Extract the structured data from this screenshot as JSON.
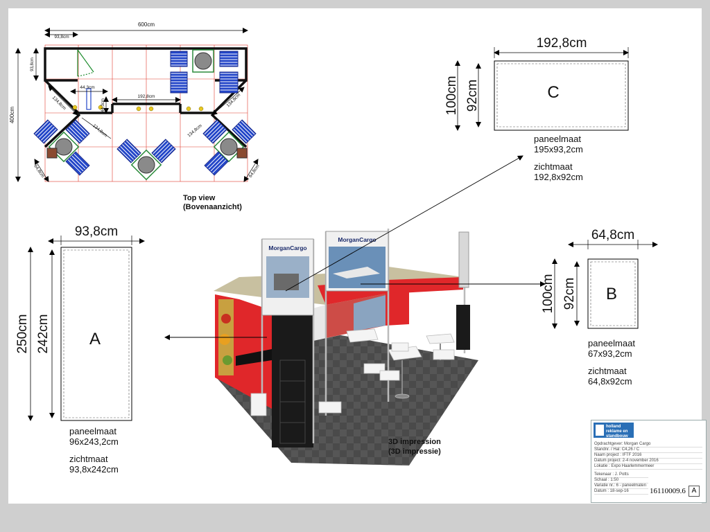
{
  "top_view": {
    "title": "Top view",
    "subtitle": "(Bovenaanzicht)",
    "dimensions": [
      "600cm",
      "93,8cm",
      "93,8cm",
      "44,3cm",
      "44,3cm",
      "192,8cm",
      "134,8cm",
      "134,8cm",
      "134,8cm",
      "134,8cm",
      "400cm",
      "64,8cm",
      "64,8cm"
    ]
  },
  "panel_c": {
    "letter": "C",
    "width_label": "192,8cm",
    "outer_height": "100cm",
    "inner_height": "92cm",
    "paneelmaat_label": "paneelmaat",
    "paneelmaat": "195x93,2cm",
    "zichtmaat_label": "zichtmaat",
    "zichtmaat": "192,8x92cm"
  },
  "panel_a": {
    "letter": "A",
    "width_label": "93,8cm",
    "outer_height": "250cm",
    "inner_height": "242cm",
    "paneelmaat_label": "paneelmaat",
    "paneelmaat": "96x243,2cm",
    "zichtmaat_label": "zichtmaat",
    "zichtmaat": "93,8x242cm"
  },
  "panel_b": {
    "letter": "B",
    "width_label": "64,8cm",
    "outer_height": "100cm",
    "inner_height": "92cm",
    "paneelmaat_label": "paneelmaat",
    "paneelmaat": "67x93,2cm",
    "zichtmaat_label": "zichtmaat",
    "zichtmaat": "64,8x92cm"
  },
  "impression": {
    "title": "3D impression",
    "subtitle": "(3D impressie)",
    "brand": "MorganCargo"
  },
  "title_block": {
    "company": "holland reklame en standbouw bv",
    "rows": [
      "Opdrachtgever: Morgan Cargo",
      "Standnr. / Hal: C4,26 / C",
      "Naam project : IFTF 2016",
      "Datum project: 2-4 november 2016",
      "Lokatie      : Expo Haarlemmermeer",
      "Tekenaar : J. Potts",
      "Schaal   : 1:50",
      "Variatie nr.: 6 - paneelmaten",
      "Datum    : 18-sep-16"
    ],
    "project_number": "16110009.6",
    "version": "A"
  },
  "colors": {
    "booth_red": "#e0272a",
    "chair_blue": "#2346c8",
    "counter_black": "#1a1a1a",
    "grid_red": "#e03a2e"
  }
}
